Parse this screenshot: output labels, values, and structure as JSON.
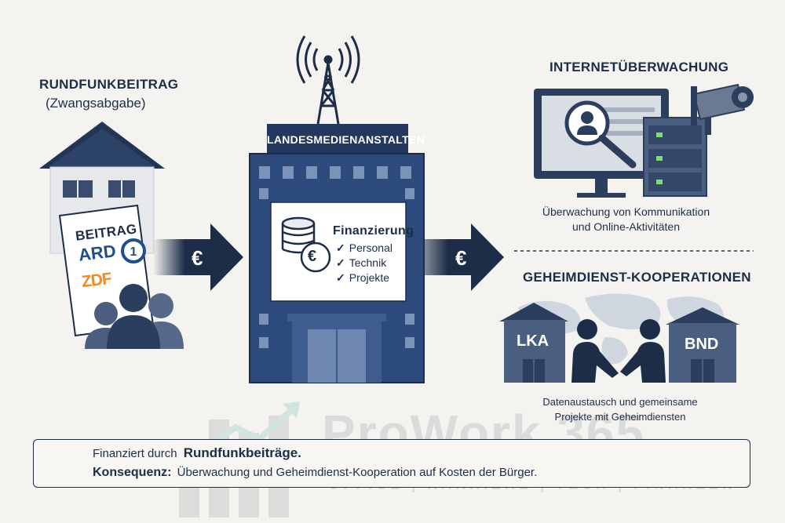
{
  "left": {
    "title": "RUNDFUNKBEITRAG",
    "subtitle": "(Zwangsabgabe)",
    "card_title": "BEITRAG",
    "logo_ard": "ARD",
    "logo_zdf": "ZDF"
  },
  "arrows": {
    "euro": "€"
  },
  "center": {
    "building_sign": "LANDESMEDIENANSTALTEN",
    "panel_title": "Finanzierung",
    "items": [
      "Personal",
      "Technik",
      "Projekte"
    ],
    "coin_symbol": "€"
  },
  "right_top": {
    "title": "INTERNETÜBERWACHUNG",
    "caption_line1": "Überwachung von Kommunikation",
    "caption_line2": "und Online-Aktivitäten"
  },
  "right_bottom": {
    "title": "GEHEIMDIENST-KOOPERATIONEN",
    "lka": "LKA",
    "bnd": "BND",
    "caption_line1": "Datenaustausch und gemeinsame",
    "caption_line2": "Projekte mit Geheimdiensten"
  },
  "watermark": {
    "brand": "ProWork 365",
    "tagline": "OFFICE | KARRIERE | TECH | FINANZEN"
  },
  "footer": {
    "line1_prefix": "Finanziert durch",
    "line1_bold": "Rundfunkbeiträge.",
    "line2_bold": "Konsequenz:",
    "line2_rest": "Überwachung und Geheimdienst-Kooperation auf Kosten der Bürger."
  },
  "colors": {
    "navy": "#1d2d47",
    "building_blue": "#2c4a7c",
    "zdf_orange": "#f28a1c",
    "ard_blue": "#1d4f91",
    "background": "#f4f3ef"
  }
}
